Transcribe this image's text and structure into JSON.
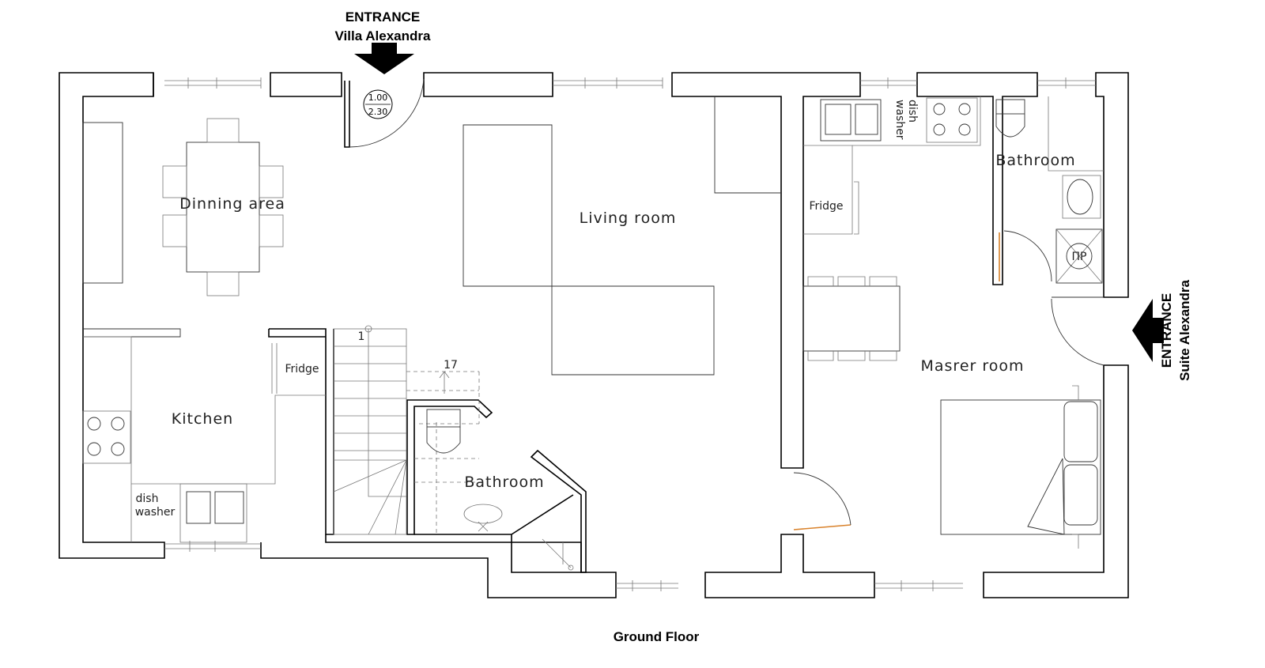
{
  "title": "Ground Floor",
  "entrances": {
    "main": {
      "line1": "ENTRANCE",
      "line2": "Villa Alexandra"
    },
    "suite": {
      "line1": "ENTRANCE",
      "line2": "Suite Alexandra"
    }
  },
  "door_tag": {
    "width": "1.00",
    "height": "2.30"
  },
  "rooms": {
    "dining": "Dinning area",
    "living": "Living room",
    "kitchen": "Kitchen",
    "bathroom_main": "Bathroom",
    "master": "Masrer room",
    "bathroom_suite": "Bathroom"
  },
  "fixtures": {
    "fridge_kitchen": "Fridge",
    "fridge_suite": "Fridge",
    "dishwasher_kitchen_line1": "dish",
    "dishwasher_kitchen_line2": "washer",
    "dishwasher_suite_line1": "dish",
    "dishwasher_suite_line2": "washer",
    "shower_tray": "ΠΡ"
  },
  "stairs": {
    "first_step": "1",
    "last_step": "17"
  }
}
